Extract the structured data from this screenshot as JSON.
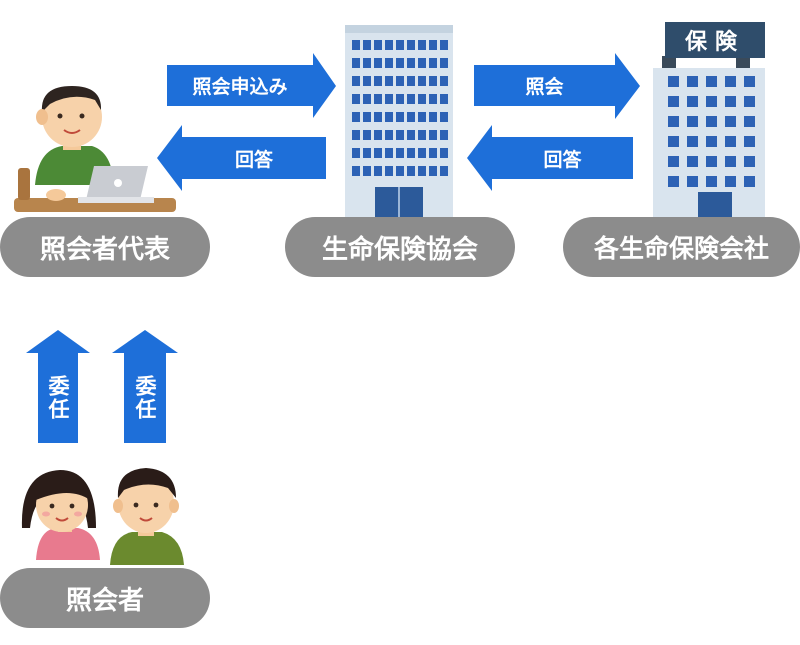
{
  "nodes": {
    "representative": "照会者代表",
    "association": "生命保険協会",
    "insurers": "各生命保険会社",
    "requesters": "照会者"
  },
  "arrows": {
    "apply": "照会申込み",
    "reply_to_rep": "回答",
    "inquiry": "照会",
    "reply_to_assoc": "回答",
    "delegate_left": "委任",
    "delegate_right": "委任"
  },
  "insurance_sign": "保険",
  "colors": {
    "arrow_blue": "#1e6fd9",
    "pill_gray": "#8c8c8c"
  }
}
